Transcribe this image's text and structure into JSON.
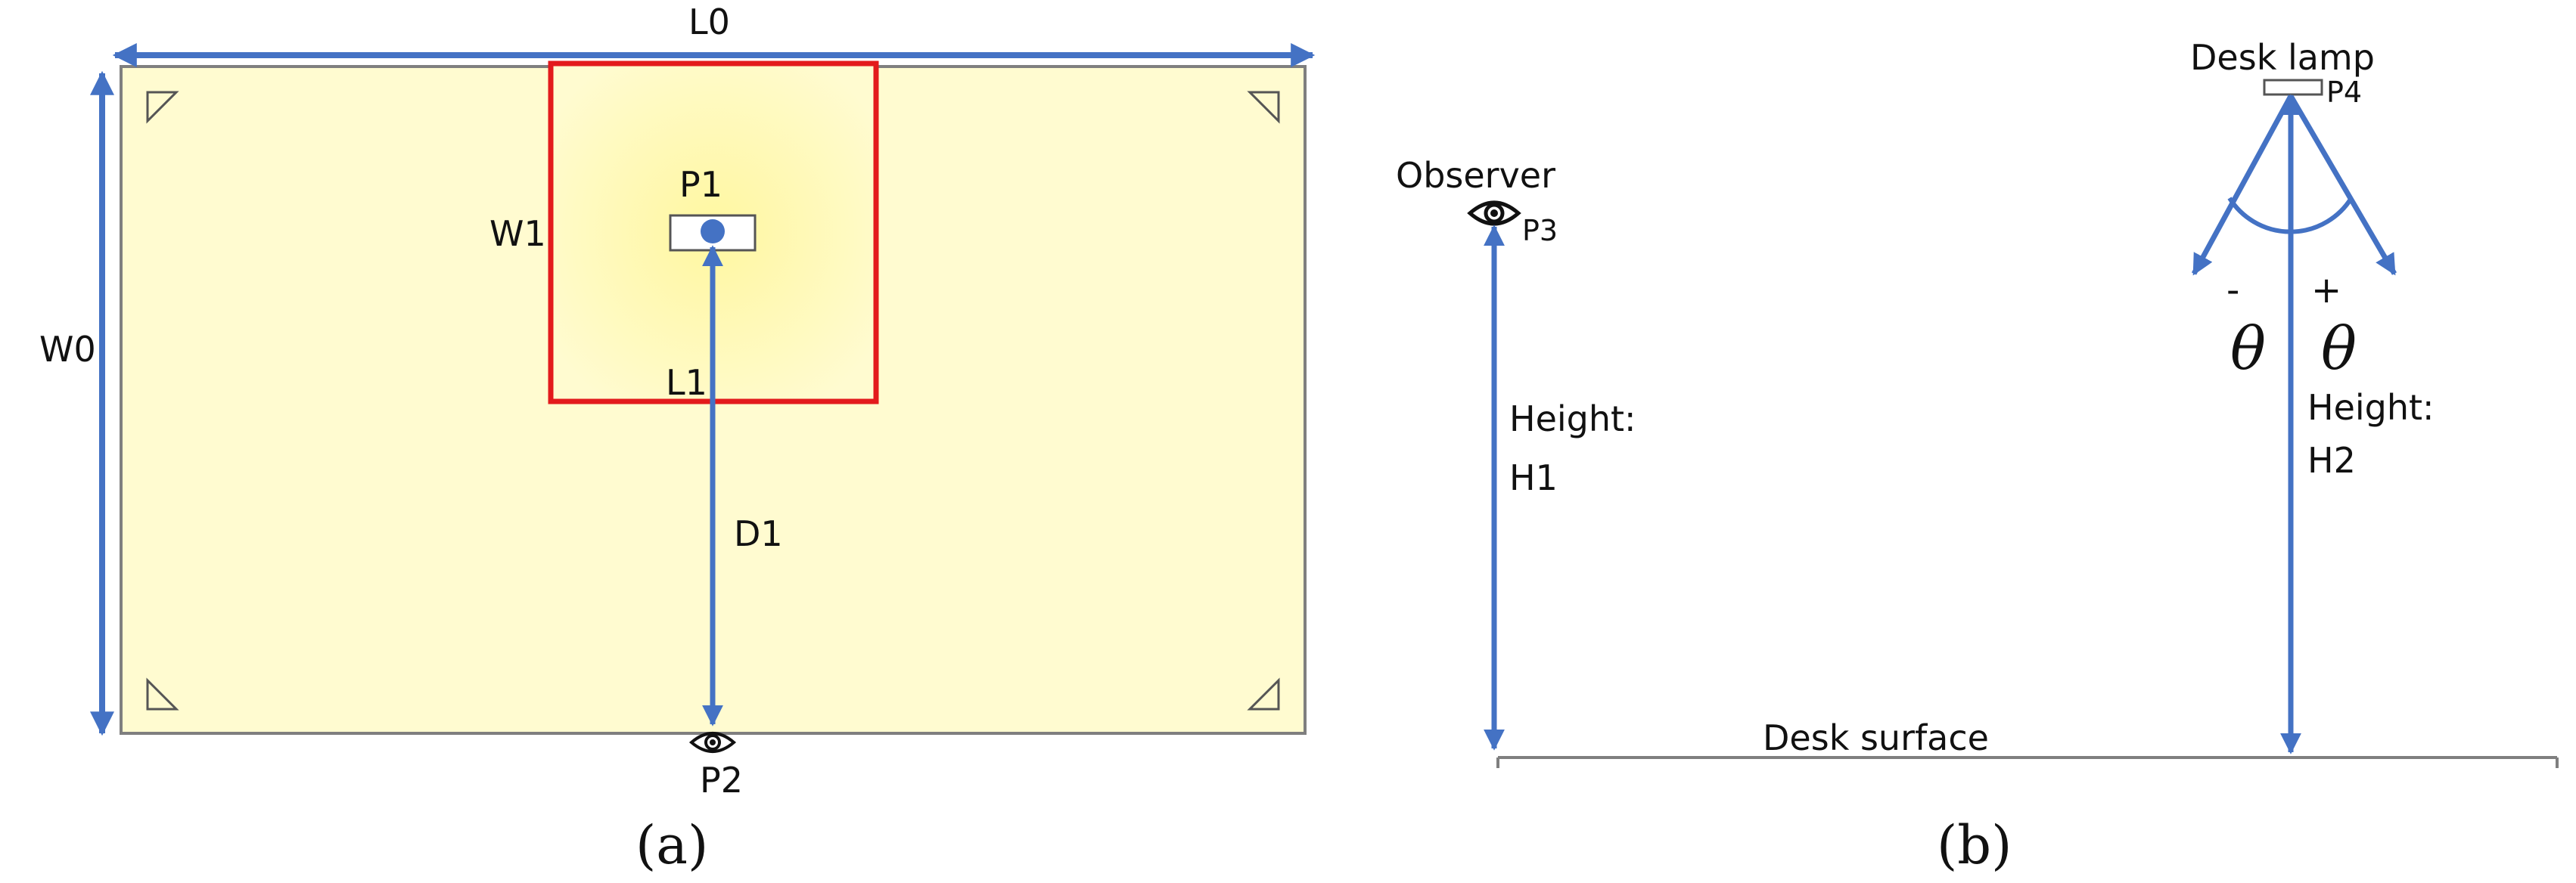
{
  "colors": {
    "arrow": "#4472c4",
    "highlight": "#e31a1c",
    "desk_fill": "#fffbd0",
    "desk_stroke": "#7f7f7f"
  },
  "panel_a": {
    "label_L0": "L0",
    "label_W0": "W0",
    "label_W1": "W1",
    "label_L1": "L1",
    "label_D1": "D1",
    "label_P1": "P1",
    "label_P2": "P2",
    "caption": "(a)"
  },
  "panel_b": {
    "label_observer": "Observer",
    "label_P3": "P3",
    "label_desk_lamp": "Desk lamp",
    "label_P4": "P4",
    "label_minus": "-",
    "label_plus": "+",
    "label_theta_left": "θ",
    "label_theta_right": "θ",
    "label_height_h1_line1": "Height:",
    "label_height_h1_line2": "H1",
    "label_height_h2_line1": "Height:",
    "label_height_h2_line2": "H2",
    "label_desk_surface": "Desk surface",
    "caption": "(b)"
  },
  "icons": {
    "observer_eye": "eye-icon",
    "corner_marker": "corner-triangle-icon"
  }
}
